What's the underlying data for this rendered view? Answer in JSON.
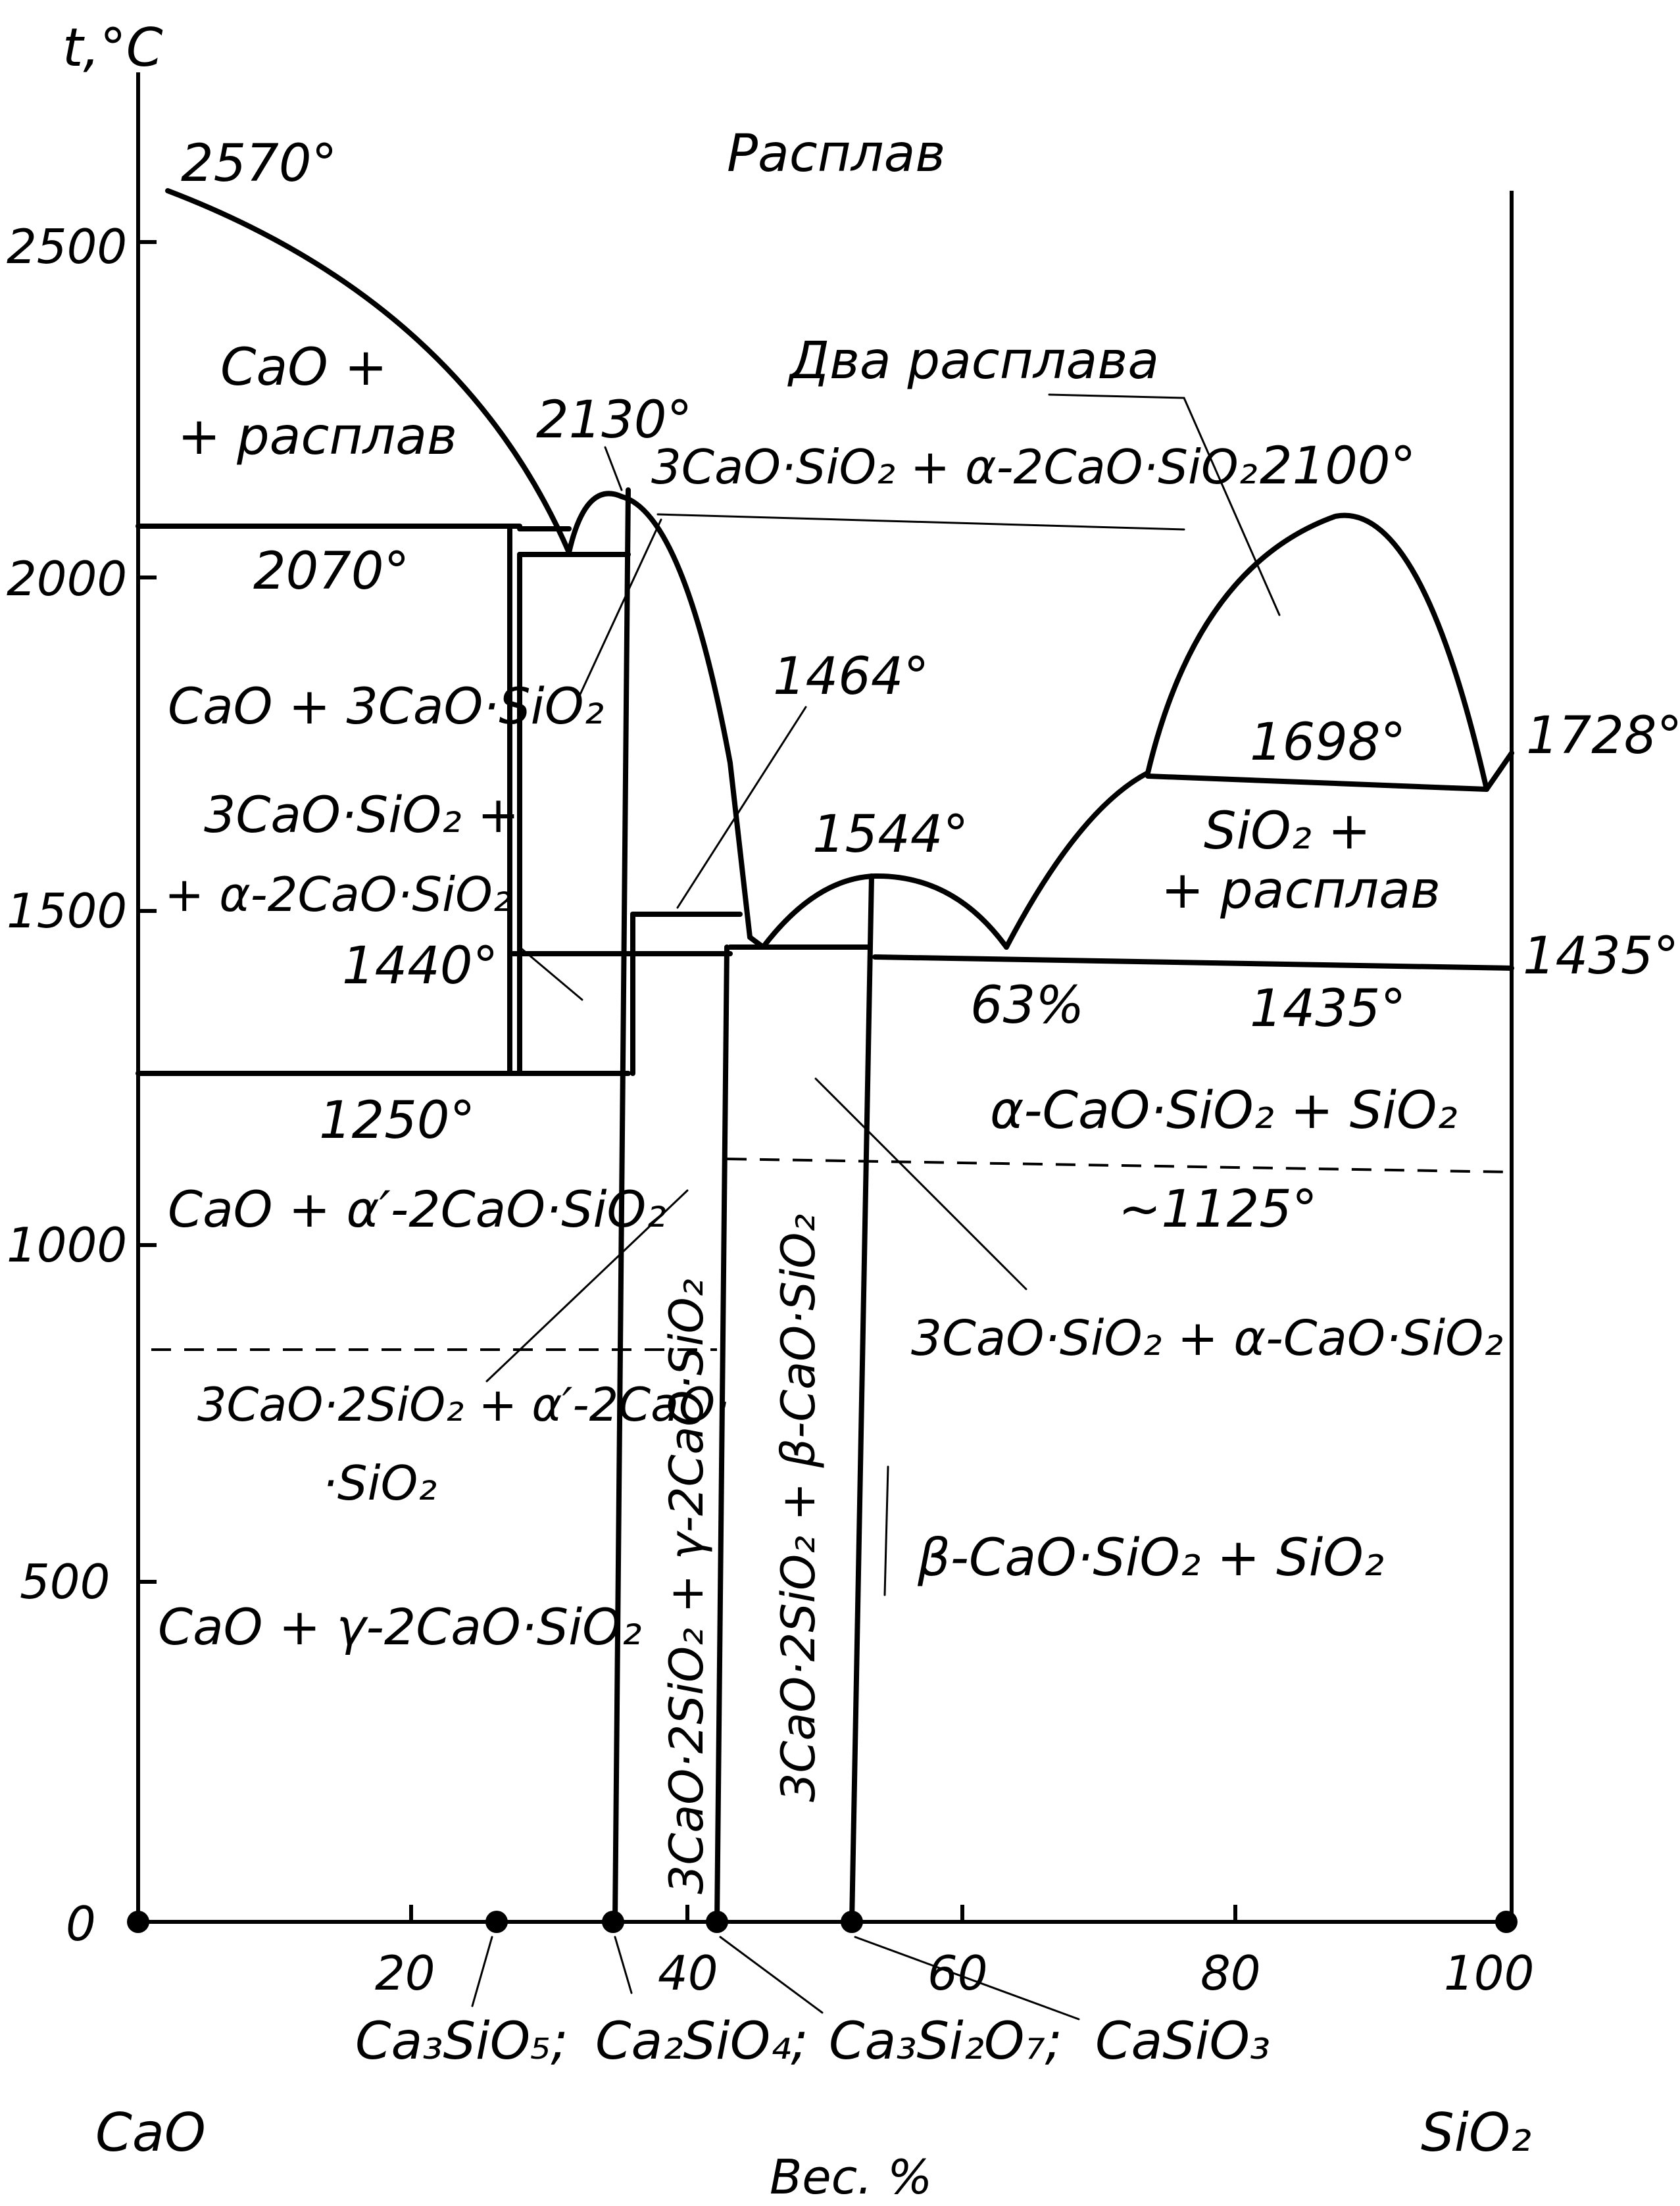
{
  "axis": {
    "y_label": "t,°C",
    "y_ticks": [
      "2500",
      "2000",
      "1500",
      "1000",
      "500",
      "0"
    ],
    "x_ticks": [
      "20",
      "40",
      "60",
      "80",
      "100"
    ],
    "left_component": "CaO",
    "right_component": "SiO₂",
    "x_unit": "Вес. %"
  },
  "compounds": {
    "c1": "Ca₃SiO₅;",
    "c2": "Ca₂SiO₄;",
    "c3": "Ca₃Si₂O₇;",
    "c4": "CaSiO₃"
  },
  "temperatures": {
    "t2570": "2570°",
    "t2130": "2130°",
    "t2070": "2070°",
    "t2100": "2100°",
    "t1464": "1464°",
    "t1544": "1544°",
    "t1698": "1698°",
    "t1728": "1728°",
    "t1440": "1440°",
    "t1435_right": "1435°",
    "t1435_mid": "1435°",
    "t63": "63%",
    "t1250": "1250°",
    "t1125": "~1125°"
  },
  "phases": {
    "melt": "Расплав",
    "two_melts": "Два расплава",
    "cao_melt_1": "CaO +",
    "cao_melt_2": "+ расплав",
    "c3s_c2s_top": "3CaO·SiO₂ + α-2CaO·SiO₂",
    "cao_c3s": "CaO + 3CaO·SiO₂",
    "c3s_ac2s_1": "3CaO·SiO₂ +",
    "c3s_ac2s_2": "+ α-2CaO·SiO₂",
    "sio2_melt_1": "SiO₂ +",
    "sio2_melt_2": "+ расплав",
    "a_cs_sio2": "α-CaO·SiO₂ + SiO₂",
    "cao_a2c2s": "CaO + α′-2CaO·SiO₂",
    "c3s2_a2c2s_1": "3CaO·2SiO₂ + α′-2CaO·",
    "c3s2_a2c2s_2": "·SiO₂",
    "cao_gc2s": "CaO + γ-2CaO·SiO₂",
    "c3s_acs": "3CaO·SiO₂ + α-CaO·SiO₂",
    "b_cs_sio2": "β-CaO·SiO₂ + SiO₂",
    "vert_1": "3CaO·2SiO₂ + γ-2CaO·SiO₂",
    "vert_2": "3CaO·2SiO₂ + β-CaO·SiO₂"
  },
  "colors": {
    "ink": "#000000",
    "paper": "#ffffff"
  }
}
